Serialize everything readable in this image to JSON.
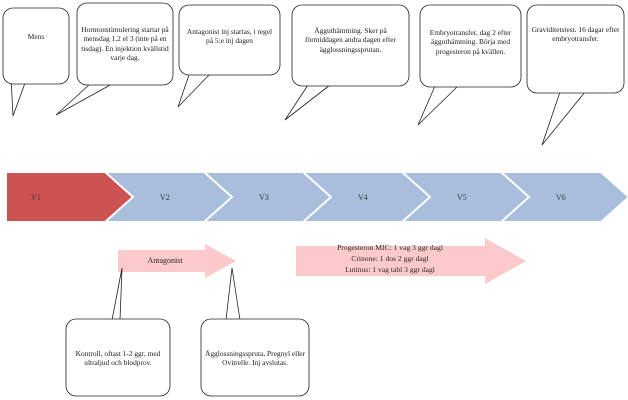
{
  "callouts": [
    {
      "id": "c1",
      "text": "Mens"
    },
    {
      "id": "c2",
      "text": "Hormonstimulering startar på mensdag 1,2 el 3 (inte på en tisdag). En injektion kvällstid varje dag."
    },
    {
      "id": "c3",
      "text": "Antagonist inj startas, i regel på 5:e inj dagen"
    },
    {
      "id": "c4",
      "text": "Ägguthämtning. Sker på förmiddagen andra dagen efter ägglossningssprutan."
    },
    {
      "id": "c5",
      "text": "Embryotransfer, dag 2 efter ägguthämtning. Börja med progesteron på kvällen."
    },
    {
      "id": "c6",
      "text": "Graviditetstest. 16 dagar efter embryotransfer."
    },
    {
      "id": "c7",
      "text": "Kontroll, oftast 1-2 ggr, med ultraljud och blodprov."
    },
    {
      "id": "c8",
      "text": "Ägglossningsspruta, Pregnyl eller Ovitrelle. Inj avslutas."
    }
  ],
  "timeline": {
    "visits": [
      "V1",
      "V2",
      "V3",
      "V4",
      "V5",
      "V6"
    ],
    "colors": {
      "first": "#cd5353",
      "rest": "#a9bedc"
    }
  },
  "antagonist_arrow": {
    "label": "Antagonist",
    "color": "#fccaca"
  },
  "progesterone_arrow": {
    "lines": [
      "Progesteron MIC: 1 vag 3 ggr dagl",
      "Crinone: 1 dos 2 ggr dagl",
      "Lutinus: 1 vag tabl 3 ggr dagl"
    ],
    "color": "#fccaca"
  }
}
